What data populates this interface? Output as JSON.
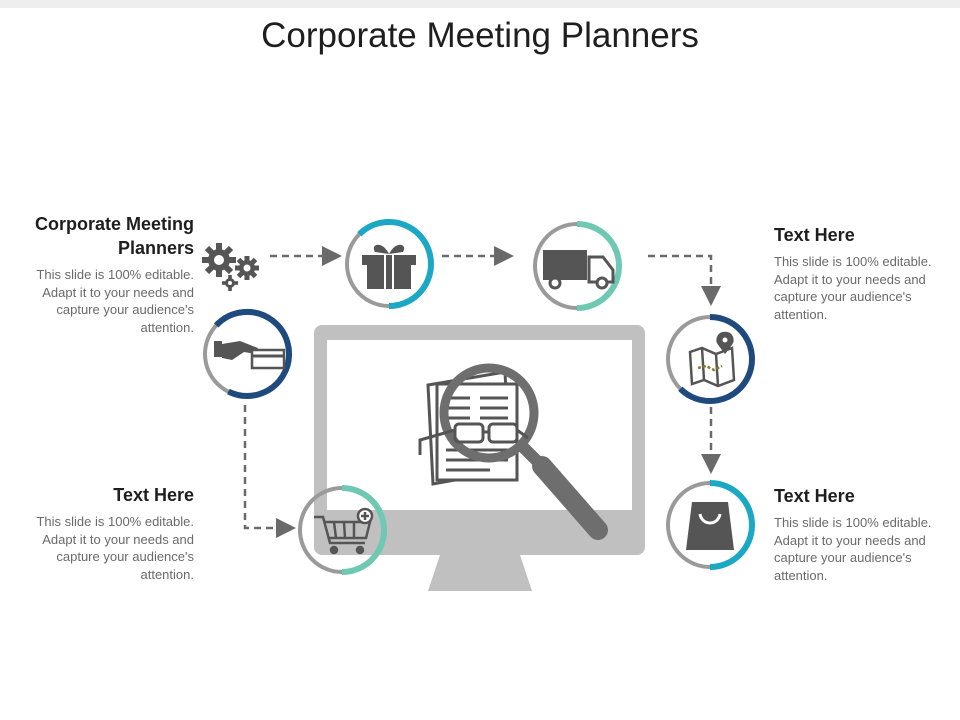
{
  "title": "Corporate Meeting Planners",
  "blocks": {
    "top_left": {
      "heading": "Corporate Meeting Planners",
      "body": "This slide is 100% editable. Adapt it to your needs and capture your audience's attention."
    },
    "bottom_left": {
      "heading": "Text Here",
      "body": "This slide is 100% editable. Adapt it to your needs and capture your audience's attention."
    },
    "top_right": {
      "heading": "Text Here",
      "body": "This slide is 100% editable. Adapt it to your needs and capture your audience's attention."
    },
    "bottom_right": {
      "heading": "Text Here",
      "body": "This slide is 100% editable. Adapt it to your needs and capture your audience's attention."
    }
  },
  "nodes": [
    {
      "id": "card-payment",
      "icon": "card-payment-icon",
      "arc_color": "#1e4a7e"
    },
    {
      "id": "gift",
      "icon": "gift-icon",
      "arc_color": "#1ba8c5"
    },
    {
      "id": "truck",
      "icon": "truck-icon",
      "arc_color": "#6fc8b2"
    },
    {
      "id": "map",
      "icon": "map-pin-icon",
      "arc_color": "#1e4a7e"
    },
    {
      "id": "shopping-bag",
      "icon": "shopping-bag-icon",
      "arc_color": "#1ba8c5"
    },
    {
      "id": "cart",
      "icon": "shopping-cart-icon",
      "arc_color": "#6fc8b2"
    }
  ],
  "colors": {
    "navy": "#1e4a7e",
    "teal": "#1ba8c5",
    "mint": "#6fc8b2",
    "ring_gray": "#9a9a9a",
    "icon_gray": "#555555",
    "monitor_gray": "#c0c0c0"
  }
}
